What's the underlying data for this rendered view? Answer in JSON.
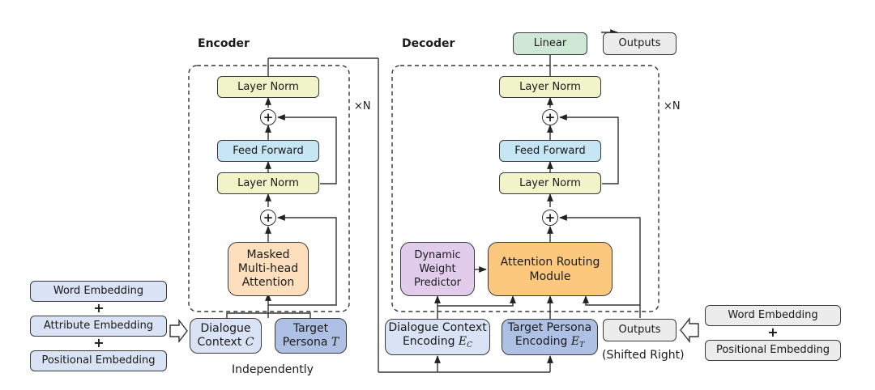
{
  "encoder": {
    "title": "Encoder",
    "repeat_label": "×N",
    "layer_norm_top": "Layer Norm",
    "add_top": "+",
    "feed_forward": "Feed Forward",
    "layer_norm_mid": "Layer Norm",
    "add_bottom": "+",
    "attention": [
      "Masked",
      "Multi-head",
      "Attention"
    ],
    "inputs": {
      "dialogue_context": {
        "line1": "Dialogue",
        "line2": "Context",
        "symbol": "C"
      },
      "target_persona": {
        "line1": "Target",
        "line2": "Persona",
        "symbol": "T"
      },
      "caption": "Independently"
    },
    "embeddings": {
      "items": [
        "Word Embedding",
        "Attribute Embedding",
        "Positional Embedding"
      ],
      "separator": "+"
    }
  },
  "decoder": {
    "title": "Decoder",
    "repeat_label": "×N",
    "linear": "Linear",
    "outputs_top": "Outputs",
    "layer_norm_top": "Layer Norm",
    "add_top": "+",
    "feed_forward": "Feed Forward",
    "layer_norm_mid": "Layer Norm",
    "add_bottom": "+",
    "attention_routing": [
      "Attention Routing",
      "Module"
    ],
    "dynamic_weight": [
      "Dynamic",
      "Weight",
      "Predictor"
    ],
    "dialogue_context_encoding": {
      "line1": "Dialogue Context",
      "line2": "Encoding",
      "symbol": "E",
      "subscript": "C"
    },
    "target_persona_encoding": {
      "line1": "Target Persona",
      "line2": "Encoding",
      "symbol": "E",
      "subscript": "T"
    },
    "outputs_shifted": "Outputs",
    "shifted_caption": "(Shifted Right)",
    "embeddings": {
      "items": [
        "Word Embedding",
        "Positional Embedding"
      ],
      "separator": "+"
    }
  },
  "colors": {
    "layer_norm": "#f1f3c8",
    "feed_forward": "#c7e6f5",
    "masked_attention": "#fddfbe",
    "attention_routing": "#fcc87d",
    "dynamic_weight": "#e1ccec",
    "linear": "#cfe8d6",
    "outputs": "#ececec",
    "dialogue_context": "#d9e3f5",
    "target_persona": "#aec0e3"
  }
}
